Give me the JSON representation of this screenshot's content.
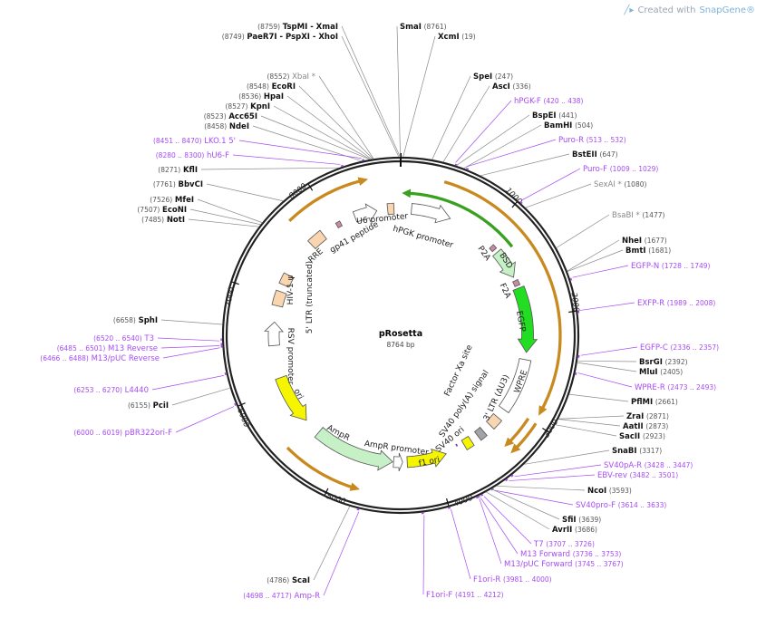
{
  "credit": {
    "prefix": "Created with",
    "brand": "SnapGene®",
    "icon": "snapgene-logo-icon"
  },
  "plasmid": {
    "name": "pRosetta",
    "length_label": "8764 bp",
    "length_bp": 8764
  },
  "ticks": [
    "1000",
    "2000",
    "3000",
    "4000",
    "5000",
    "6000",
    "7000",
    "8000"
  ],
  "sites": [
    {
      "name": "TspMI  -  XmaI",
      "coord": "(8759)",
      "bp": 8759,
      "kind": "enzyme"
    },
    {
      "name": "PaeR7I  -  PspXI  -  XhoI",
      "coord": "(8749)",
      "bp": 8749,
      "kind": "enzyme"
    },
    {
      "name": "XbaI *",
      "coord": "(8552)",
      "bp": 8552,
      "kind": "gray"
    },
    {
      "name": "EcoRI",
      "coord": "(8548)",
      "bp": 8548,
      "kind": "enzyme"
    },
    {
      "name": "HpaI",
      "coord": "(8536)",
      "bp": 8536,
      "kind": "enzyme"
    },
    {
      "name": "KpnI",
      "coord": "(8527)",
      "bp": 8527,
      "kind": "enzyme"
    },
    {
      "name": "Acc65I",
      "coord": "(8523)",
      "bp": 8523,
      "kind": "enzyme"
    },
    {
      "name": "NdeI",
      "coord": "(8458)",
      "bp": 8458,
      "kind": "enzyme"
    },
    {
      "name": "LKO.1 5'",
      "coord": "(8451 .. 8470)",
      "bp": 8460,
      "kind": "primer"
    },
    {
      "name": "hU6-F",
      "coord": "(8280 .. 8300)",
      "bp": 8290,
      "kind": "primer"
    },
    {
      "name": "KflI",
      "coord": "(8271)",
      "bp": 8271,
      "kind": "enzyme"
    },
    {
      "name": "BbvCI",
      "coord": "(7761)",
      "bp": 7761,
      "kind": "enzyme"
    },
    {
      "name": "MfeI",
      "coord": "(7526)",
      "bp": 7526,
      "kind": "enzyme"
    },
    {
      "name": "EcoNI",
      "coord": "(7507)",
      "bp": 7507,
      "kind": "enzyme"
    },
    {
      "name": "NotI",
      "coord": "(7485)",
      "bp": 7485,
      "kind": "enzyme"
    },
    {
      "name": "SphI",
      "coord": "(6658)",
      "bp": 6658,
      "kind": "enzyme"
    },
    {
      "name": "T3",
      "coord": "(6520 .. 6540)",
      "bp": 6530,
      "kind": "primer"
    },
    {
      "name": "M13 Reverse",
      "coord": "(6485 .. 6501)",
      "bp": 6493,
      "kind": "primer"
    },
    {
      "name": "M13/pUC Reverse",
      "coord": "(6466 .. 6488)",
      "bp": 6477,
      "kind": "primer"
    },
    {
      "name": "L4440",
      "coord": "(6253 .. 6270)",
      "bp": 6261,
      "kind": "primer"
    },
    {
      "name": "PciI",
      "coord": "(6155)",
      "bp": 6155,
      "kind": "enzyme"
    },
    {
      "name": "pBR322ori-F",
      "coord": "(6000 .. 6019)",
      "bp": 6010,
      "kind": "primer"
    },
    {
      "name": "ScaI",
      "coord": "(4786)",
      "bp": 4786,
      "kind": "enzyme"
    },
    {
      "name": "Amp-R",
      "coord": "(4698 .. 4717)",
      "bp": 4707,
      "kind": "primer"
    },
    {
      "name": "SmaI",
      "coord": "(8761)",
      "bp": 8761,
      "kind": "enzyme"
    },
    {
      "name": "XcmI",
      "coord": "(19)",
      "bp": 19,
      "kind": "enzyme"
    },
    {
      "name": "SpeI",
      "coord": "(247)",
      "bp": 247,
      "kind": "enzyme"
    },
    {
      "name": "AscI",
      "coord": "(336)",
      "bp": 336,
      "kind": "enzyme"
    },
    {
      "name": "hPGK-F",
      "coord": "(420 .. 438)",
      "bp": 429,
      "kind": "primer"
    },
    {
      "name": "BspEI",
      "coord": "(441)",
      "bp": 441,
      "kind": "enzyme"
    },
    {
      "name": "BamHI",
      "coord": "(504)",
      "bp": 504,
      "kind": "enzyme"
    },
    {
      "name": "Puro-R",
      "coord": "(513 .. 532)",
      "bp": 522,
      "kind": "primer"
    },
    {
      "name": "BstEII",
      "coord": "(647)",
      "bp": 647,
      "kind": "enzyme"
    },
    {
      "name": "Puro-F",
      "coord": "(1009 .. 1029)",
      "bp": 1019,
      "kind": "primer"
    },
    {
      "name": "SexAI *",
      "coord": "(1080)",
      "bp": 1080,
      "kind": "gray"
    },
    {
      "name": "BsaBI *",
      "coord": "(1477)",
      "bp": 1477,
      "kind": "gray"
    },
    {
      "name": "NheI",
      "coord": "(1677)",
      "bp": 1677,
      "kind": "enzyme"
    },
    {
      "name": "BmtI",
      "coord": "(1681)",
      "bp": 1681,
      "kind": "enzyme"
    },
    {
      "name": "EGFP-N",
      "coord": "(1728 .. 1749)",
      "bp": 1738,
      "kind": "primer"
    },
    {
      "name": "EXFP-R",
      "coord": "(1989 .. 2008)",
      "bp": 1998,
      "kind": "primer"
    },
    {
      "name": "EGFP-C",
      "coord": "(2336 .. 2357)",
      "bp": 2346,
      "kind": "primer"
    },
    {
      "name": "BsrGI",
      "coord": "(2392)",
      "bp": 2392,
      "kind": "enzyme"
    },
    {
      "name": "MluI",
      "coord": "(2405)",
      "bp": 2405,
      "kind": "enzyme"
    },
    {
      "name": "WPRE-R",
      "coord": "(2473 .. 2493)",
      "bp": 2483,
      "kind": "primer"
    },
    {
      "name": "PflMI",
      "coord": "(2661)",
      "bp": 2661,
      "kind": "enzyme"
    },
    {
      "name": "ZraI",
      "coord": "(2871)",
      "bp": 2871,
      "kind": "enzyme"
    },
    {
      "name": "AatII",
      "coord": "(2873)",
      "bp": 2873,
      "kind": "enzyme"
    },
    {
      "name": "SacII",
      "coord": "(2923)",
      "bp": 2923,
      "kind": "enzyme"
    },
    {
      "name": "SnaBI",
      "coord": "(3317)",
      "bp": 3317,
      "kind": "enzyme"
    },
    {
      "name": "SV40pA-R",
      "coord": "(3428 .. 3447)",
      "bp": 3437,
      "kind": "primer"
    },
    {
      "name": "EBV-rev",
      "coord": "(3482 .. 3501)",
      "bp": 3491,
      "kind": "primer"
    },
    {
      "name": "NcoI",
      "coord": "(3593)",
      "bp": 3593,
      "kind": "enzyme"
    },
    {
      "name": "SV40pro-F",
      "coord": "(3614 .. 3633)",
      "bp": 3623,
      "kind": "primer"
    },
    {
      "name": "SfiI",
      "coord": "(3639)",
      "bp": 3639,
      "kind": "enzyme"
    },
    {
      "name": "AvrII",
      "coord": "(3686)",
      "bp": 3686,
      "kind": "enzyme"
    },
    {
      "name": "T7",
      "coord": "(3707 .. 3726)",
      "bp": 3716,
      "kind": "primer"
    },
    {
      "name": "M13 Forward",
      "coord": "(3736 .. 3753)",
      "bp": 3744,
      "kind": "primer"
    },
    {
      "name": "M13/pUC Forward",
      "coord": "(3745 .. 3767)",
      "bp": 3756,
      "kind": "primer"
    },
    {
      "name": "F1ori-R",
      "coord": "(3981 .. 4000)",
      "bp": 3990,
      "kind": "primer"
    },
    {
      "name": "F1ori-F",
      "coord": "(4191 .. 4212)",
      "bp": 4201,
      "kind": "primer"
    }
  ],
  "features": [
    {
      "label": "hPGK promoter",
      "start": 120,
      "end": 560,
      "dir": 1,
      "color": "#ffffff"
    },
    {
      "label": "",
      "start": 8620,
      "end": 8690,
      "dir": 0,
      "color": "#f9d6b0"
    },
    {
      "label": "U6 promoter",
      "start": 8250,
      "end": 8500,
      "dir": 1,
      "color": "#ffffff"
    },
    {
      "label": "gp41 peptide",
      "start": 8030,
      "end": 8080,
      "dir": 0,
      "color": "#c98aa8"
    },
    {
      "label": "RRE",
      "start": 7680,
      "end": 7850,
      "dir": 0,
      "color": "#f9d6b0"
    },
    {
      "label": "P2A",
      "start": 1110,
      "end": 1160,
      "dir": 0,
      "color": "#c98aa8"
    },
    {
      "label": "BSD",
      "start": 1200,
      "end": 1530,
      "dir": 1,
      "color": "#c6f0c6"
    },
    {
      "label": "F2A",
      "start": 1570,
      "end": 1630,
      "dir": 0,
      "color": "#c98aa8"
    },
    {
      "label": "EGFP",
      "start": 1660,
      "end": 2380,
      "dir": 1,
      "color": "#22dd22"
    },
    {
      "label": "WPRE",
      "start": 2460,
      "end": 3060,
      "dir": 0,
      "color": "#ffffff"
    },
    {
      "label": "3' LTR (ΔU3)",
      "start": 3170,
      "end": 3290,
      "dir": 0,
      "color": "#f9d6b0"
    },
    {
      "label": "SV40 poly(A) signal",
      "start": 3390,
      "end": 3470,
      "dir": 0,
      "color": "#a0a4a8"
    },
    {
      "label": "SV40 ori",
      "start": 3560,
      "end": 3650,
      "dir": 0,
      "color": "#f5f500"
    },
    {
      "label": "Factor Xa site",
      "start": 3720,
      "end": 3730,
      "dir": 0,
      "color": "#7a3fa8"
    },
    {
      "label": "f1 ori",
      "start": 3870,
      "end": 4310,
      "dir": -1,
      "color": "#f5f500"
    },
    {
      "label": "AmpR promoter",
      "start": 4360,
      "end": 4460,
      "dir": -1,
      "color": "#ffffff"
    },
    {
      "label": "AmpR",
      "start": 4470,
      "end": 5360,
      "dir": -1,
      "color": "#c6f0c6"
    },
    {
      "label": "ori",
      "start": 5550,
      "end": 6100,
      "dir": -1,
      "color": "#f5f500"
    },
    {
      "label": "RSV promoter",
      "start": 6460,
      "end": 6720,
      "dir": 1,
      "color": "#ffffff"
    },
    {
      "label": "5' LTR (truncated)",
      "start": 6900,
      "end": 7060,
      "dir": 0,
      "color": "#f9d6b0"
    },
    {
      "label": "HIV-1 ψ",
      "start": 7140,
      "end": 7260,
      "dir": 0,
      "color": "#f9d6b0"
    },
    {
      "label": "",
      "start": 20,
      "end": 1250,
      "dir": -1,
      "color": "#39a020"
    },
    {
      "label": "",
      "start": 7690,
      "end": 8470,
      "dir": 1,
      "color": "#c8891f"
    },
    {
      "label": "",
      "start": 390,
      "end": 2920,
      "dir": 1,
      "color": "#c8891f"
    },
    {
      "label": "",
      "start": 3000,
      "end": 3330,
      "dir": 1,
      "color": "#c8891f"
    },
    {
      "label": "",
      "start": 3000,
      "end": 3330,
      "dir": 1,
      "color": "#c8891f"
    },
    {
      "label": "",
      "start": 4750,
      "end": 5480,
      "dir": -1,
      "color": "#c8891f"
    }
  ]
}
